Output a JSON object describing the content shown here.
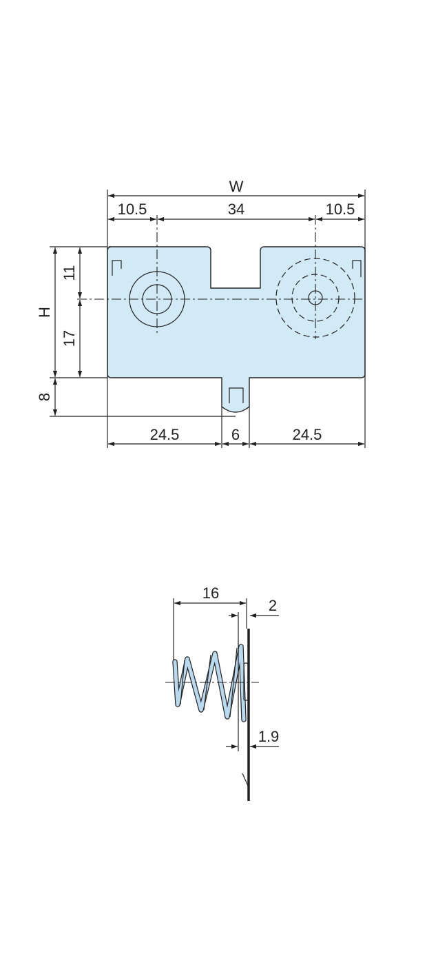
{
  "colors": {
    "plate_fill": "#d2e9f6",
    "spring_fill": "#b9d9ef",
    "line": "#222222"
  },
  "top_view": {
    "width_label": "W",
    "height_label": "H",
    "left_margin": "10.5",
    "hole_spacing": "34",
    "right_margin": "10.5",
    "upper_height": "11",
    "lower_height": "17",
    "tab_height": "8",
    "bottom_left": "24.5",
    "tab_width": "6",
    "bottom_right": "24.5"
  },
  "side_view": {
    "spring_length": "16",
    "plate_offset": "2",
    "plate_thickness": "1.9"
  }
}
